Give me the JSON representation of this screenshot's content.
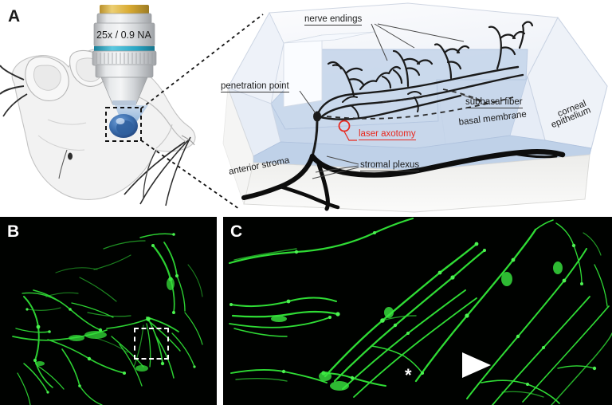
{
  "figure": {
    "background": "#ffffff",
    "accent_red": "#e8281e",
    "layer_blue": "#c9d8ec",
    "nerve_green": "#2fdc35"
  },
  "panels": {
    "a": {
      "letter": "A"
    },
    "b": {
      "letter": "B"
    },
    "c": {
      "letter": "C"
    }
  },
  "objective": {
    "spec_label": "25x / 0.9 NA",
    "top_band_color": "#d9ab33",
    "mid_band_color": "#2aa6c4",
    "body_color": "#c9cccf"
  },
  "diagram": {
    "labels": {
      "nerve_endings": "nerve endings",
      "penetration_point": "penetration point",
      "laser_axotomy": "laser axotomy",
      "subbasal_fiber": "subbasal fiber",
      "basal_membrane": "basal membrane",
      "corneal_epithelium_line1": "corneal",
      "corneal_epithelium_line2": "epithelium",
      "anterior_stroma": "anterior stroma",
      "stromal_plexus": "stromal plexus"
    }
  },
  "micrographs": {
    "b": {
      "roi_present": true
    },
    "c": {
      "arrowhead": "arrowhead-marker",
      "asterisk": "*"
    }
  }
}
